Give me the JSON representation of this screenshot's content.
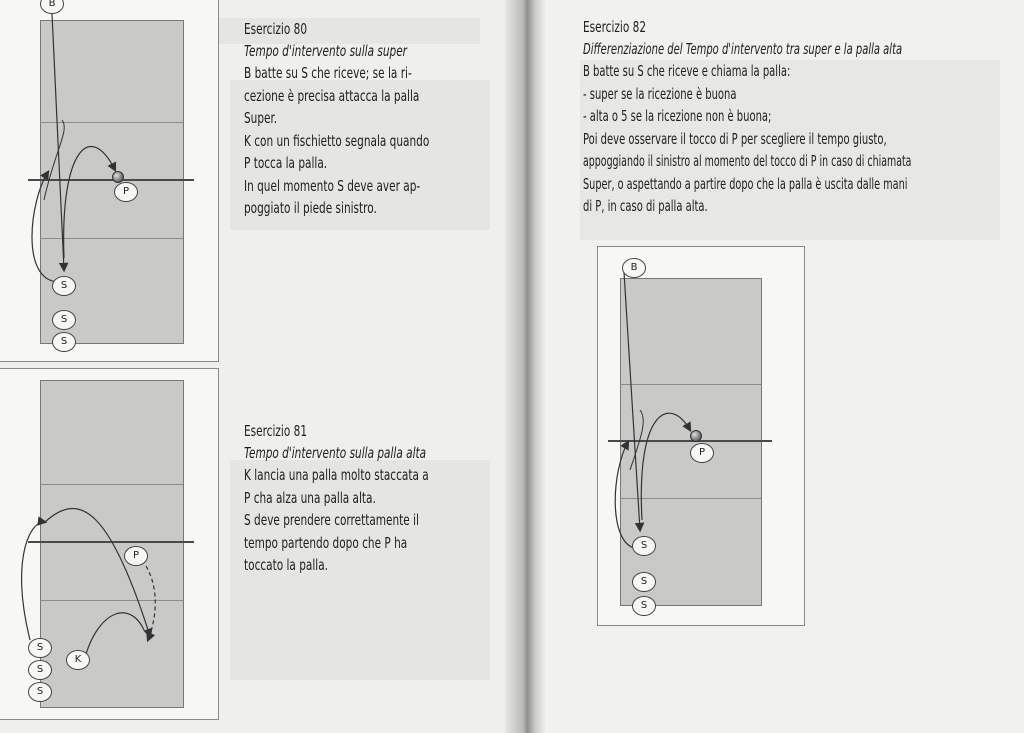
{
  "exercises": [
    {
      "title": "Esercizio 80",
      "subtitle": "Tempo d'intervento sulla super",
      "lines": [
        "B batte su S che riceve; se la ri-",
        "cezione è precisa attacca la palla",
        "Super.",
        "K con un fischietto segnala quando",
        "P tocca la palla.",
        "In quel momento S deve aver ap-",
        "poggiato il piede sinistro."
      ]
    },
    {
      "title": "Esercizio 81",
      "subtitle": "Tempo d'intervento sulla palla alta",
      "lines": [
        "K lancia una palla molto staccata a",
        "P cha alza una palla alta.",
        "S deve prendere correttamente il",
        "tempo partendo dopo che P ha",
        "toccato la palla."
      ]
    },
    {
      "title": "Esercizio 82",
      "subtitle": "Differenziazione del Tempo d'intervento tra super e la palla alta",
      "lines": [
        "B batte su S che riceve e chiama la palla:",
        "- super se la ricezione è buona",
        "- alta o 5 se la ricezione non è buona;",
        "Poi deve osservare il tocco di P per scegliere il tempo giusto,",
        "appoggiando il sinistro al momento del tocco di P in caso di chiamata",
        "Super, o aspettando a partire dopo che la palla è uscita dalle mani",
        "di P, in caso di palla alta."
      ]
    }
  ],
  "diagrams": {
    "d80": {
      "B": "B",
      "P": "P",
      "S1": "S",
      "S2": "S",
      "S3": "S"
    },
    "d81": {
      "P": "P",
      "K": "K",
      "S1": "S",
      "S2": "S",
      "S3": "S"
    },
    "d82": {
      "B": "B",
      "P": "P",
      "S1": "S",
      "S2": "S",
      "S3": "S"
    }
  }
}
